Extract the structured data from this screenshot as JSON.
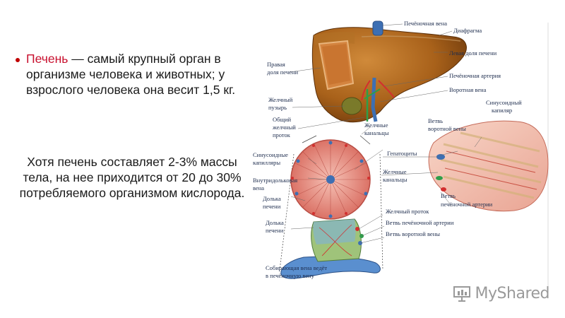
{
  "slide": {
    "bullet": {
      "highlight": "Печень",
      "rest": " — самый крупный орган в организме человека и животных; у взрослого человека она весит 1,5 кг."
    },
    "paragraph": "Хотя печень составляет 2-3% массы тела, на нее приходится от 20 до 30% потребляемого организмом кислорода."
  },
  "figure": {
    "labels": {
      "hepatic_vein": "Печёночная вена",
      "diaphragm": "Диафрагма",
      "left_lobe": "Левая доля печени",
      "right_lobe_1": "Правая",
      "right_lobe_2": "доля печени",
      "hepatic_artery": "Печёночная артерия",
      "portal_vein": "Воротная вена",
      "gallbladder_1": "Желчный",
      "gallbladder_2": "пузырь",
      "common_duct_1": "Общий",
      "common_duct_2": "желчный",
      "common_duct_3": "проток",
      "bile_canaliculi_1": "Желчные",
      "bile_canaliculi_2": "канальцы",
      "portal_branch_1": "Ветвь",
      "portal_branch_2": "воротной вены",
      "sinusoid_cap_1": "Синусоидный",
      "sinusoid_cap_2": "капиляр",
      "sinusoid_caps_1": "Синусоидные",
      "sinusoid_caps_2": "капилляры",
      "hepatocytes": "Гепатоциты",
      "intralobular_1": "Внутридольковая",
      "intralobular_2": "вена",
      "bile_canals_1": "Желчные",
      "bile_canals_2": "канальцы",
      "lobule_1": "Долька",
      "lobule_2": "печени",
      "artery_branch_1": "Ветвь",
      "artery_branch_2": "печёночной артерии",
      "bile_duct": "Желчный проток",
      "artery_branch_small": "Ветвь  печёночной артерии",
      "portal_branch_small": "Ветвь воротной вены",
      "lobule_b_1": "Долька",
      "lobule_b_2": "печени",
      "collect_1": "Собирающая вена ведёт",
      "collect_2": "в печёночную вену"
    }
  },
  "watermark": {
    "text": "MyShared"
  },
  "colors": {
    "accent": "#c8102e",
    "liver": "#a8611a",
    "bullet": "#c00000"
  }
}
